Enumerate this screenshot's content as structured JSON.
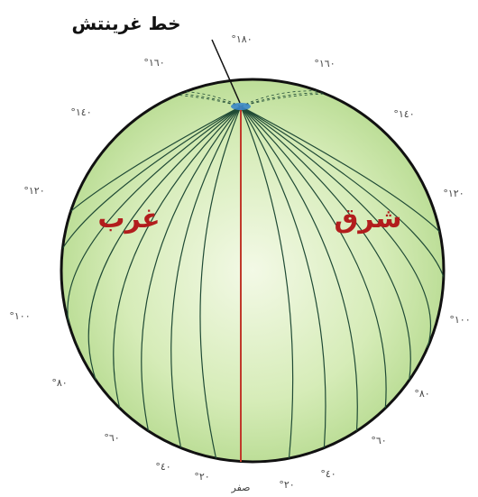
{
  "title": "خط غرينتش",
  "hemispheres": {
    "east": "شرق",
    "west": "غرب"
  },
  "degree_labels": {
    "top": "°١٨٠",
    "right": [
      "°١٦٠",
      "°١٤٠",
      "°١٢٠",
      "°١٠٠",
      "°٨٠",
      "°٦٠",
      "°٤٠",
      "°٢٠"
    ],
    "left": [
      "°١٦٠",
      "°١٤٠",
      "°١٢٠",
      "°١٠٠",
      "°٨٠",
      "°٦٠",
      "°٤٠",
      "°٢٠"
    ],
    "zero": "صفر"
  },
  "colors": {
    "globe_fill_light": "#f3f9e6",
    "globe_fill_dark": "#a9d37f",
    "globe_outline": "#111111",
    "meridian_lines": "#1f4a35",
    "prime_meridian": "#c0392b",
    "pole_marker": "#3a86c8",
    "hemisphere_text": "#b21d1d"
  }
}
